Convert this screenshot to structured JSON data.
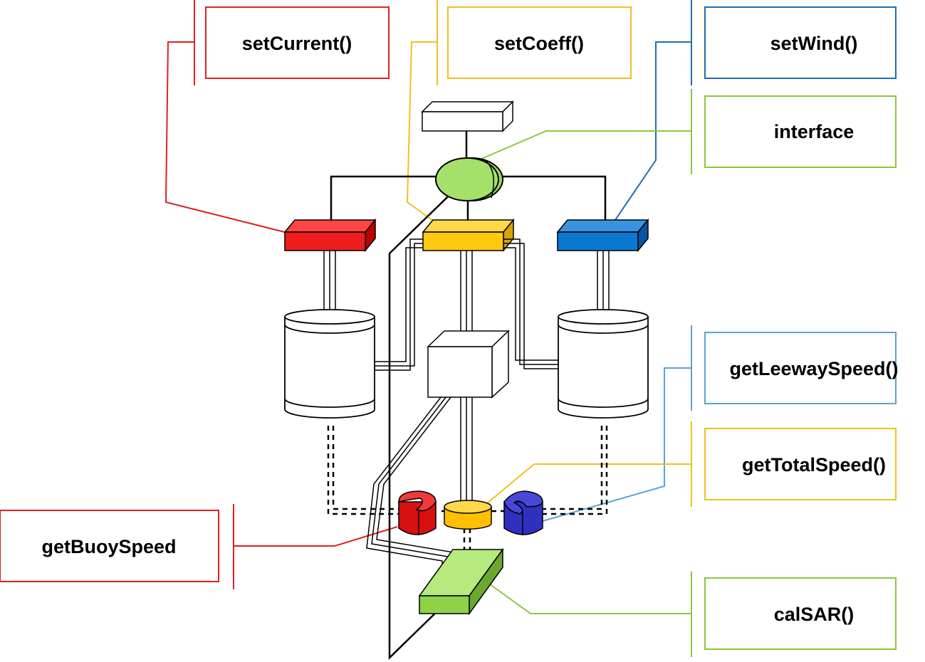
{
  "labels": {
    "set_current": "setCurrent()",
    "set_coeff": "setCoeff()",
    "set_wind": "setWind()",
    "interface": "interface",
    "get_leeway_speed": "getLeewaySpeed()",
    "get_total_speed": "getTotalSpeed()",
    "get_buoy_speed": "getBuoySpeed",
    "cal_sar": "calSAR()"
  },
  "colors": {
    "red": "#e02020",
    "yellow": "#f0c020",
    "blue": "#1f6db3",
    "light_blue": "#5ba3d0",
    "green": "#8cc63f",
    "component_red": "#ee1c1c",
    "component_yellow": "#ffc90e",
    "component_blue": "#0a78d2",
    "component_navy": "#3535c8",
    "component_green": "#a0e060"
  }
}
